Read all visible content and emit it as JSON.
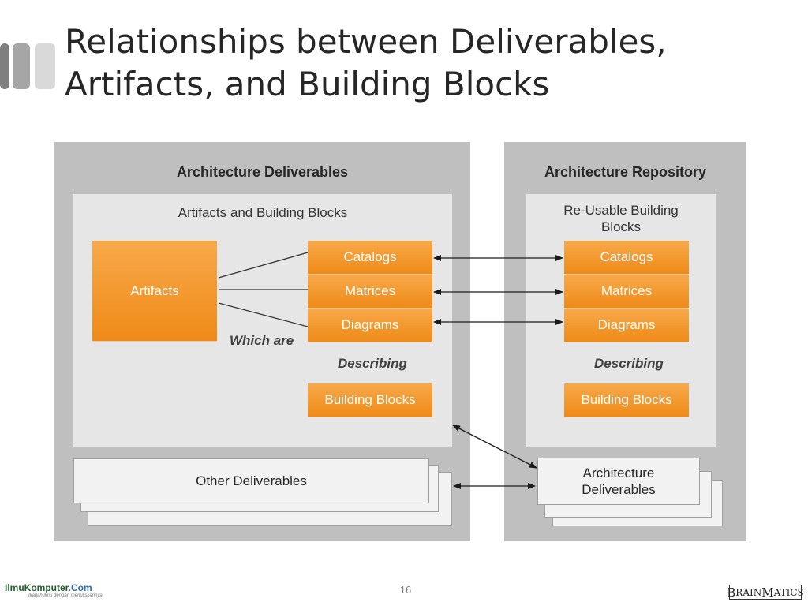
{
  "slide": {
    "title_line1": "Relationships between Deliverables,",
    "title_line2": "Artifacts, and Building Blocks",
    "page_number": "16"
  },
  "left_panel": {
    "heading": "Architecture Deliverables",
    "inner_heading": "Artifacts and Building Blocks",
    "artifacts": "Artifacts",
    "items": [
      "Catalogs",
      "Matrices",
      "Diagrams"
    ],
    "which_are": "Which are",
    "describing": "Describing",
    "building_blocks": "Building Blocks",
    "other_deliverables": "Other Deliverables"
  },
  "right_panel": {
    "heading": "Architecture Repository",
    "inner_heading_line1": "Re-Usable Building",
    "inner_heading_line2": "Blocks",
    "items": [
      "Catalogs",
      "Matrices",
      "Diagrams"
    ],
    "describing": "Describing",
    "building_blocks": "Building Blocks",
    "deliverables_line1": "Architecture",
    "deliverables_line2": "Deliverables"
  },
  "footer": {
    "left_logo_main": "IlmuKomputer",
    "left_logo_suffix": ".Com",
    "left_logo_tagline": "Ikatlah ilmu dengan menuliskannya",
    "right_logo_big": "B",
    "right_logo_mid": "RAIN",
    "right_logo_big2": "M",
    "right_logo_end": "ATICS"
  },
  "colors": {
    "orange_top": "#f7a94a",
    "orange_bottom": "#ef8a17",
    "panel_gray": "#bfbfbf",
    "inner_gray": "#e6e6e6"
  }
}
